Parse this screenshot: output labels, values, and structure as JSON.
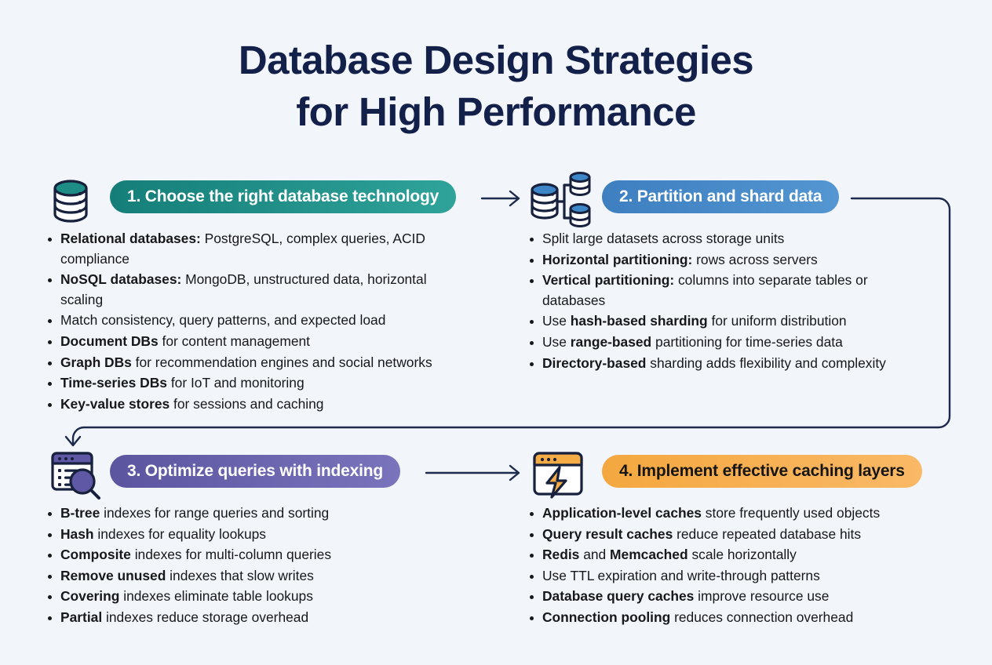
{
  "title": {
    "line1": "Database Design Strategies",
    "line2": "for High Performance"
  },
  "colors": {
    "background": "#f2f5f9",
    "title_text": "#13204a",
    "teal": "#157e79",
    "blue": "#3d7fc0",
    "purple": "#5b559f",
    "orange": "#f4a73f",
    "body_text": "#17181a",
    "connector": "#1c2a4e"
  },
  "sections": [
    {
      "id": "choose-database-technology",
      "number": "1.",
      "heading": "1. Choose the right database technology",
      "icon": "database-cylinder-icon",
      "accent": "#157e79",
      "bullets": [
        {
          "strong": "Relational databases:",
          "rest": " PostgreSQL, complex queries, ACID compliance"
        },
        {
          "strong": "NoSQL databases:",
          "rest": " MongoDB, unstructured data, horizontal scaling"
        },
        {
          "strong": "",
          "rest": "Match consistency, query patterns, and expected load"
        },
        {
          "strong": "Document DBs",
          "rest": " for content management"
        },
        {
          "strong": "Graph DBs",
          "rest": " for recommendation engines and social networks"
        },
        {
          "strong": "Time-series DBs",
          "rest": " for IoT and monitoring"
        },
        {
          "strong": "Key-value stores",
          "rest": " for sessions and caching"
        }
      ]
    },
    {
      "id": "partition-and-shard-data",
      "number": "2.",
      "heading": "2. Partition and shard data",
      "icon": "database-sharding-icon",
      "accent": "#3d7fc0",
      "bullets": [
        {
          "strong": "",
          "rest": "Split large datasets across storage units"
        },
        {
          "strong": "Horizontal partitioning:",
          "rest": " rows across servers"
        },
        {
          "strong": "Vertical partitioning:",
          "rest": " columns into separate tables or databases"
        },
        {
          "strong": "",
          "rest": "Use ",
          "strong2": "hash-based sharding",
          "rest2": " for uniform distribution"
        },
        {
          "strong": "",
          "rest": "Use ",
          "strong2": "range-based",
          "rest2": " partitioning for time-series data"
        },
        {
          "strong": "Directory-based",
          "rest": " sharding adds flexibility and complexity"
        }
      ]
    },
    {
      "id": "optimize-queries-with-indexing",
      "number": "3.",
      "heading": "3. Optimize queries with indexing",
      "icon": "document-search-icon",
      "accent": "#5b559f",
      "bullets": [
        {
          "strong": "B-tree",
          "rest": " indexes for range queries and sorting"
        },
        {
          "strong": "Hash",
          "rest": " indexes for equality lookups"
        },
        {
          "strong": "Composite",
          "rest": " indexes for multi-column queries"
        },
        {
          "strong": "Remove unused",
          "rest": " indexes that slow writes"
        },
        {
          "strong": "Covering",
          "rest": " indexes eliminate table lookups"
        },
        {
          "strong": "Partial",
          "rest": " indexes reduce storage overhead"
        }
      ]
    },
    {
      "id": "implement-effective-caching-layers",
      "number": "4.",
      "heading": "4. Implement effective caching layers",
      "icon": "browser-lightning-icon",
      "accent": "#f4a73f",
      "bullets": [
        {
          "strong": "Application-level caches",
          "rest": " store frequently used objects"
        },
        {
          "strong": "Query result caches",
          "rest": " reduce repeated database hits"
        },
        {
          "strong": "Redis",
          "rest": " and ",
          "strong2": "Memcached",
          "rest2": " scale horizontally"
        },
        {
          "strong": "",
          "rest": "Use TTL expiration and write-through patterns"
        },
        {
          "strong": "Database query caches",
          "rest": " improve resource use"
        },
        {
          "strong": "Connection pooling",
          "rest": " reduces connection overhead"
        }
      ]
    }
  ],
  "connectors": [
    {
      "name": "arrow-1-to-2",
      "from": "choose-database-technology",
      "to": "partition-and-shard-data"
    },
    {
      "name": "arrow-2-to-3",
      "from": "partition-and-shard-data",
      "to": "optimize-queries-with-indexing"
    },
    {
      "name": "arrow-3-to-4",
      "from": "optimize-queries-with-indexing",
      "to": "implement-effective-caching-layers"
    }
  ]
}
